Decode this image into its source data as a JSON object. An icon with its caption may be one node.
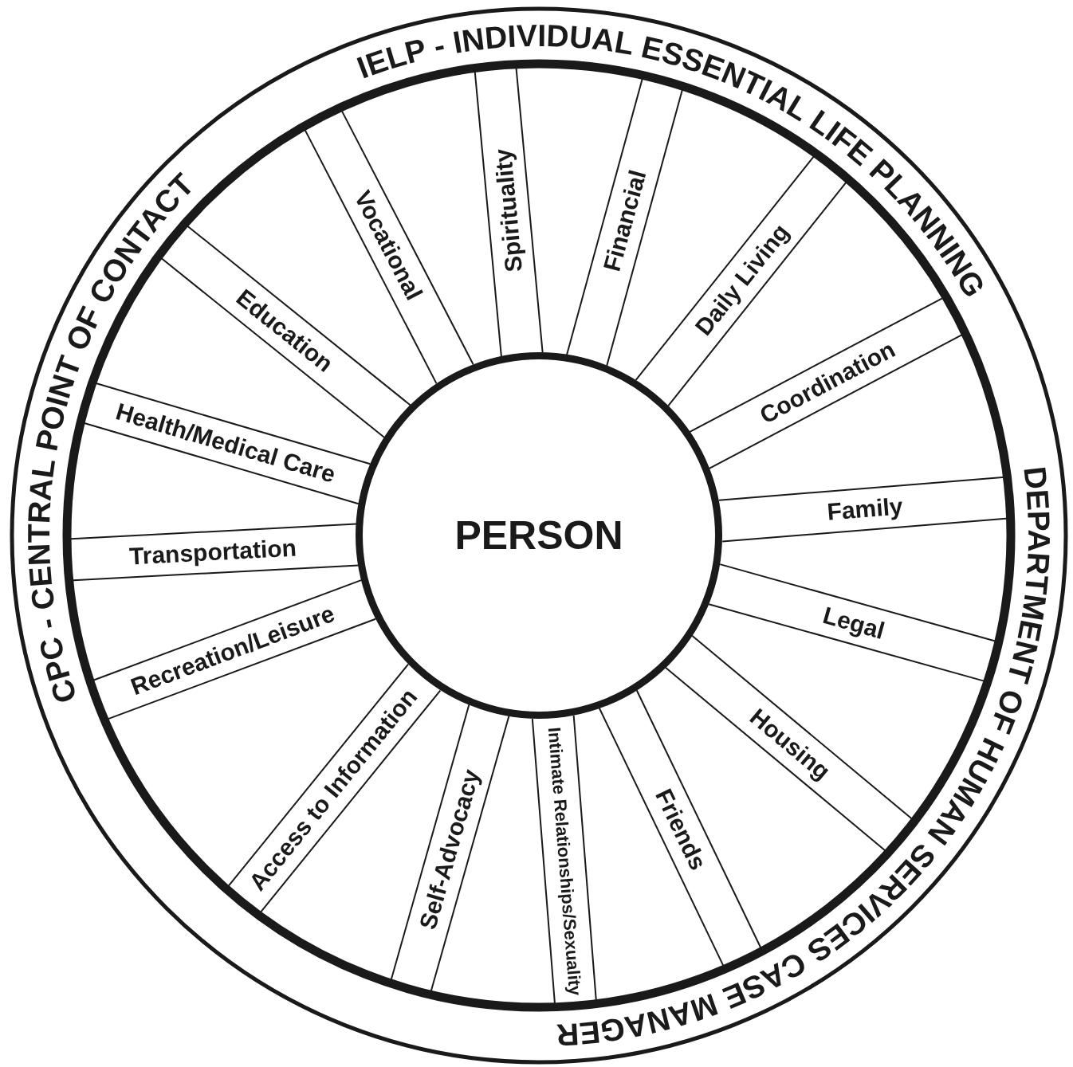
{
  "diagram": {
    "nodes": [
      {
        "text": [
          "PERSON"
        ]
      },
      {
        "text": [
          "Spirituality"
        ]
      },
      {
        "text": [
          "Financial"
        ]
      },
      {
        "text": [
          "Daily Living"
        ]
      },
      {
        "text": [
          "Coordination"
        ]
      },
      {
        "text": [
          "Family"
        ]
      },
      {
        "text": [
          "Legal"
        ]
      },
      {
        "text": [
          "Housing"
        ]
      },
      {
        "text": [
          "Friends"
        ]
      },
      {
        "text": [
          "Intimate Relationships/Sexuality"
        ]
      },
      {
        "text": [
          "Self-Advocacy"
        ]
      },
      {
        "text": [
          "Access to Information"
        ]
      },
      {
        "text": [
          "Recreation/Leisure"
        ]
      },
      {
        "text": [
          "Transportation"
        ]
      },
      {
        "text": [
          "Health/Medical Care"
        ]
      },
      {
        "text": [
          "Education"
        ]
      },
      {
        "text": [
          "Vocational"
        ]
      }
    ],
    "labels": [
      "IELP - INDIVIDUAL ESSENTIAL LIFE PLANNING",
      "DEPARTMENT OF HUMAN SERVICES CASE MANAGER",
      "CPC - CENTRAL POINT OF CONTACT"
    ]
  }
}
